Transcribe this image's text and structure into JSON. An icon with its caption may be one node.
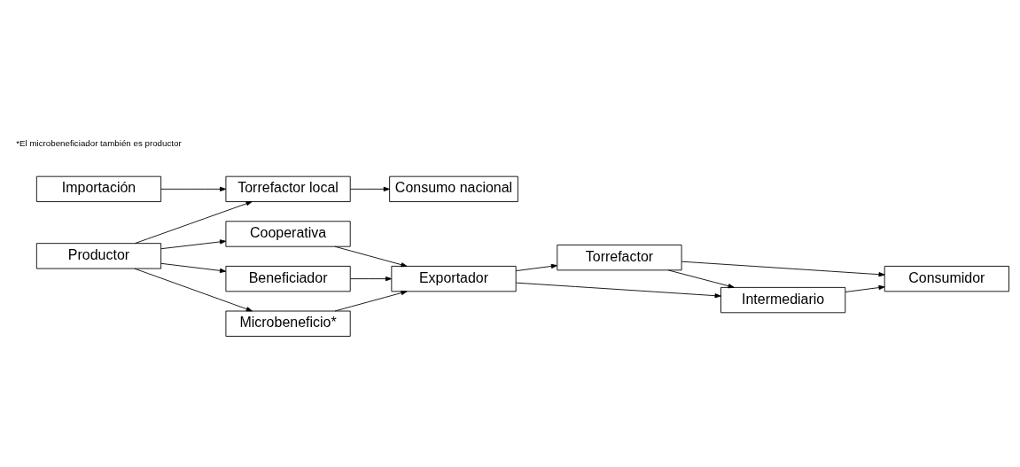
{
  "diagram": {
    "nodes": [
      {
        "text": [
          "Importación"
        ]
      },
      {
        "text": [
          "Torrefactor local"
        ]
      },
      {
        "text": [
          "Consumo nacional"
        ]
      },
      {
        "text": [
          "Productor"
        ]
      },
      {
        "text": [
          "Cooperativa"
        ]
      },
      {
        "text": [
          "Exportador"
        ]
      },
      {
        "text": [
          "Torrefactor"
        ]
      },
      {
        "text": [
          "Beneficiador"
        ]
      },
      {
        "text": [
          "Microbeneficio*"
        ]
      },
      {
        "text": [
          "Consumidor"
        ]
      },
      {
        "text": [
          "Intermediario"
        ]
      }
    ],
    "edges": [
      {
        "from": 0,
        "to": 1,
        "arrow": "to"
      },
      {
        "from": 3,
        "to": 1,
        "arrow": "to"
      },
      {
        "from": 1,
        "to": 2,
        "arrow": "to"
      },
      {
        "from": 3,
        "to": 4,
        "arrow": "to"
      },
      {
        "from": 3,
        "to": 7,
        "arrow": "to"
      },
      {
        "from": 3,
        "to": 8,
        "arrow": "to"
      },
      {
        "from": 4,
        "to": 5,
        "arrow": "to"
      },
      {
        "from": 7,
        "to": 5,
        "arrow": "to"
      },
      {
        "from": 8,
        "to": 5,
        "arrow": "to"
      },
      {
        "from": 5,
        "to": 6,
        "arrow": "to"
      },
      {
        "from": 5,
        "to": 10,
        "arrow": "to"
      },
      {
        "from": 6,
        "to": 9,
        "arrow": "to"
      },
      {
        "from": 6,
        "to": 10,
        "arrow": "to"
      },
      {
        "from": 10,
        "to": 9,
        "arrow": "to"
      }
    ],
    "labels": [
      "*El microbeneficiador también es productor"
    ]
  }
}
